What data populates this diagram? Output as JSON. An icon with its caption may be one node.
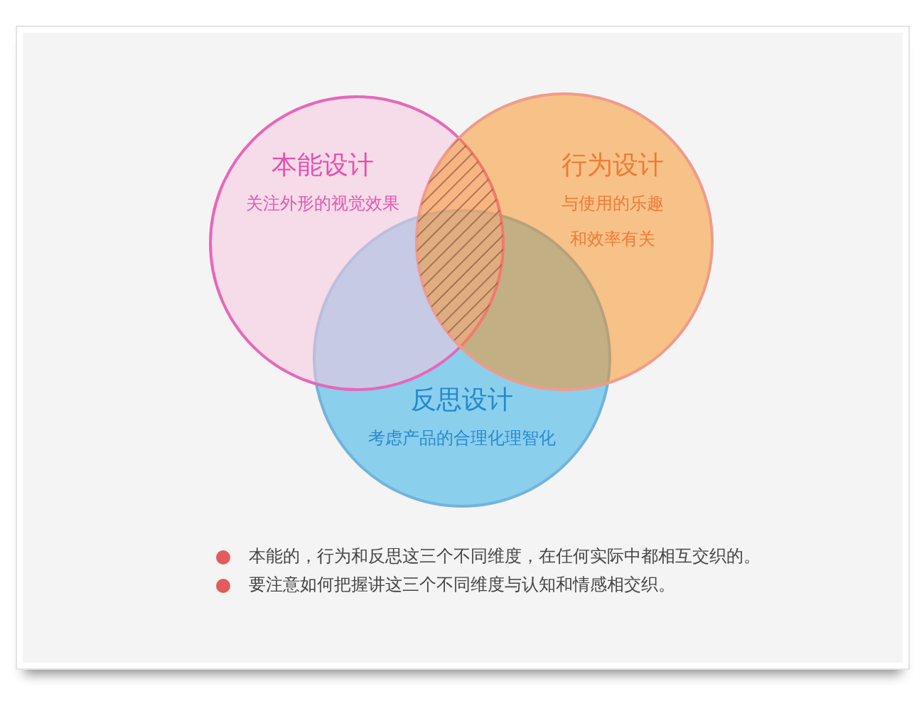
{
  "diagram": {
    "nodes": [
      {
        "text": [
          "本能设计",
          "关注外形的视觉效果"
        ]
      },
      {
        "text": [
          "行为设计",
          "与使用的乐趣和效率有关"
        ]
      },
      {
        "text": [
          "反思设计",
          "考虑产品的合理化理智化"
        ]
      },
      {
        "text": [],
        "shape": "lens"
      }
    ],
    "labels": [
      "本能的，行为和反思这三个不同维度，在任何实际中都相互交织的。",
      "要注意如何把握讲这三个不同维度与认知和情感相交织。"
    ]
  }
}
